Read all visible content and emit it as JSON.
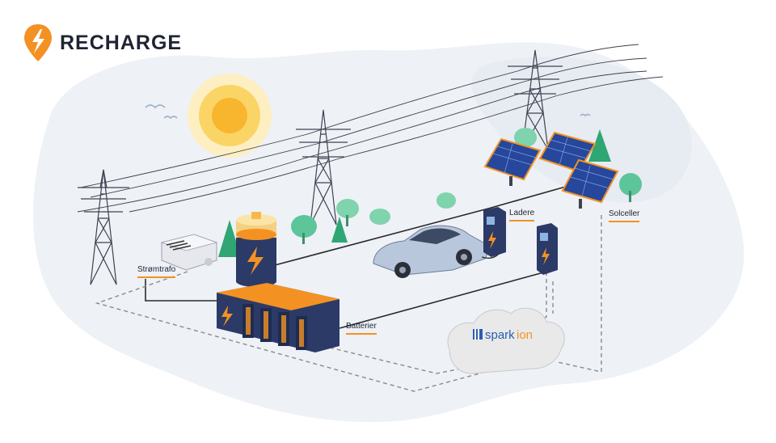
{
  "brand": {
    "name": "RECHARGE",
    "icon": "lightning-pin-icon",
    "accent_color": "#f39223"
  },
  "labels": {
    "transformer": "Strømtrafo",
    "batteries": "Batterier",
    "chargers": "Ladere",
    "solar": "Solceller"
  },
  "platform": {
    "name_part1": "spark",
    "name_part2": "ion",
    "icon": "stripes-cube-icon"
  },
  "colors": {
    "accent": "#f39223",
    "dark_navy": "#2b3a67",
    "background_blob": "#eef1f6",
    "connection_line": "#2a2a2a",
    "data_line": "#8a8a8a"
  }
}
